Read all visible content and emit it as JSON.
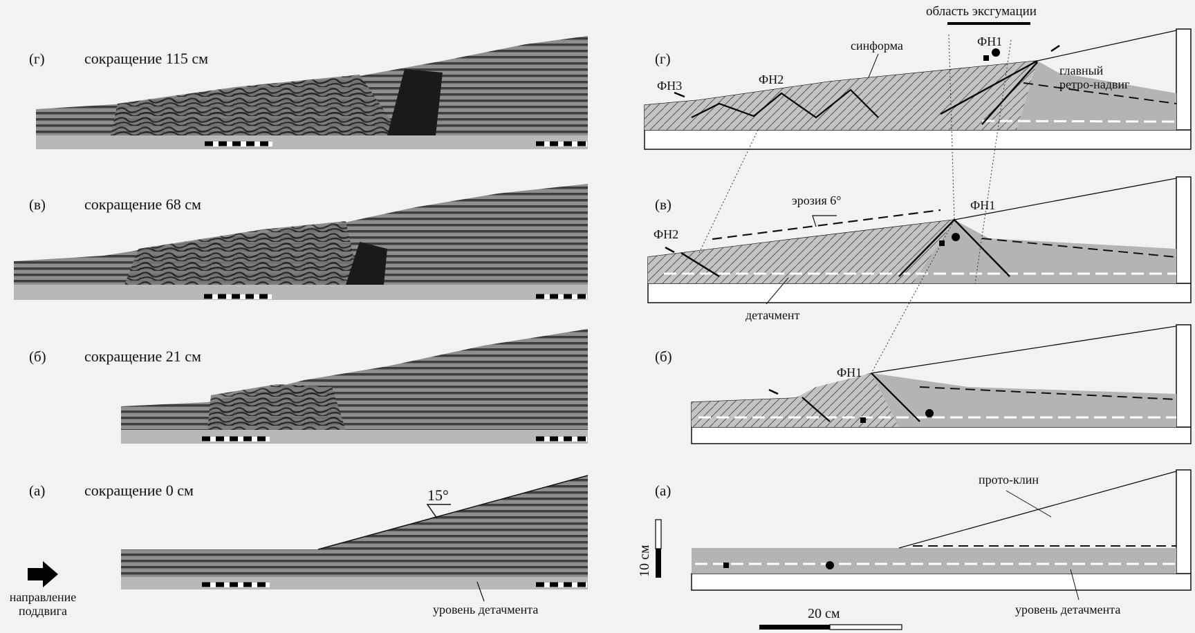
{
  "left": {
    "panels": [
      {
        "id": "g",
        "label": "(г)",
        "caption": "сокращение 115 см"
      },
      {
        "id": "v",
        "label": "(в)",
        "caption": "сокращение 68 см"
      },
      {
        "id": "b",
        "label": "(б)",
        "caption": "сокращение 21 см"
      },
      {
        "id": "a",
        "label": "(а)",
        "caption": "сокращение 0 см"
      }
    ],
    "angle_label": "15°",
    "direction_label_1": "направление",
    "direction_label_2": "поддвига",
    "detachment_label": "уровень детачмента"
  },
  "right": {
    "panels": [
      {
        "id": "g",
        "label": "(г)"
      },
      {
        "id": "v",
        "label": "(в)"
      },
      {
        "id": "b",
        "label": "(б)"
      },
      {
        "id": "a",
        "label": "(а)"
      }
    ],
    "exhumation_label": "область эксгумации",
    "synform_label": "синформа",
    "fn1": "ФН1",
    "fn2": "ФН2",
    "fn3": "ФН3",
    "retro_thrust_1": "главный",
    "retro_thrust_2": "ретро-надвиг",
    "erosion_label": "эрозия 6°",
    "detachment_label": "детачмент",
    "proto_wedge_label": "прото-клин",
    "detachment_level_label": "уровень детачмента",
    "scale_10": "10 см",
    "scale_20": "20 см"
  },
  "colors": {
    "dark_layer": "#3a3a3a",
    "light_layer": "#9a9a9a",
    "sand_grey": "#b4b4b4",
    "line": "#111111"
  }
}
